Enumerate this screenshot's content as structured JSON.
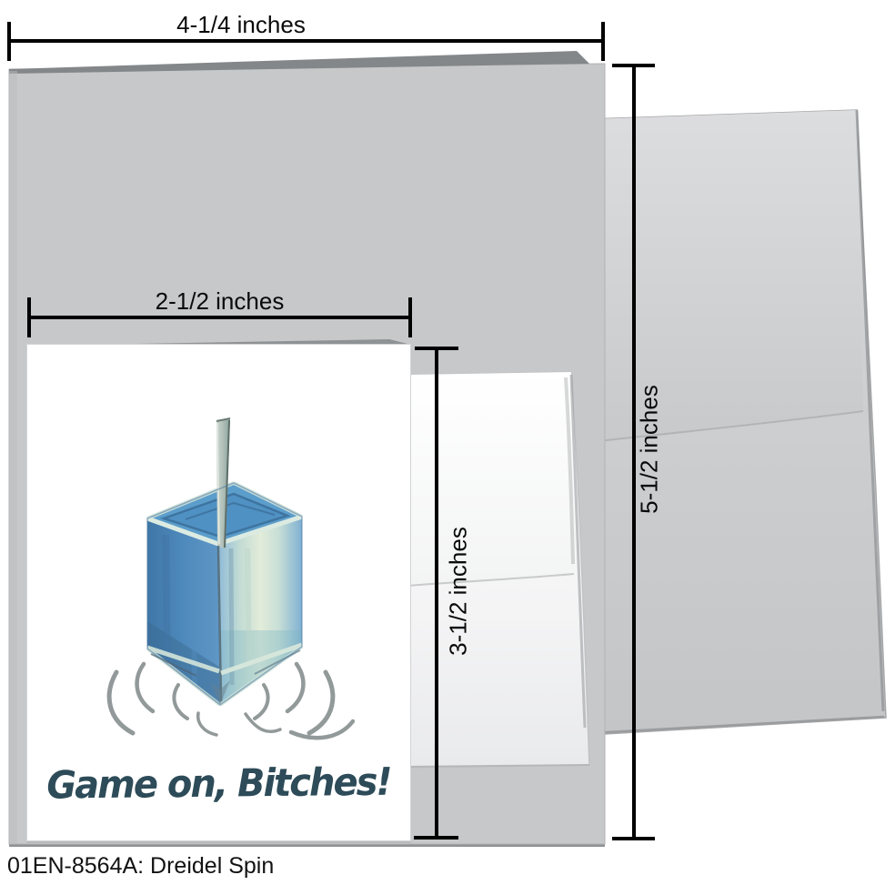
{
  "page": {
    "caption": "01EN-8564A: Dreidel Spin"
  },
  "dimensions": {
    "folded_card_width": {
      "label": "4-1/4 inches"
    },
    "folded_card_height": {
      "label": "5-1/2 inches"
    },
    "note_card_width": {
      "label": "2-1/2 inches"
    },
    "note_card_height": {
      "label": "3-1/2 inches"
    }
  },
  "note_card": {
    "greeting": "Game on, Bitches!",
    "illustration": "watercolor-spinning-dreidel"
  },
  "colors": {
    "card_back": "#c6c8c9",
    "card_page_edge": "#83878a",
    "envelope_large": "#ced0d2",
    "envelope_small": "#f8f9f9",
    "greeting_text": "#2d4b58",
    "dimension_line": "#000000",
    "dreidel_blue": "#4f8abc",
    "spin_arc": "#848b8c"
  }
}
